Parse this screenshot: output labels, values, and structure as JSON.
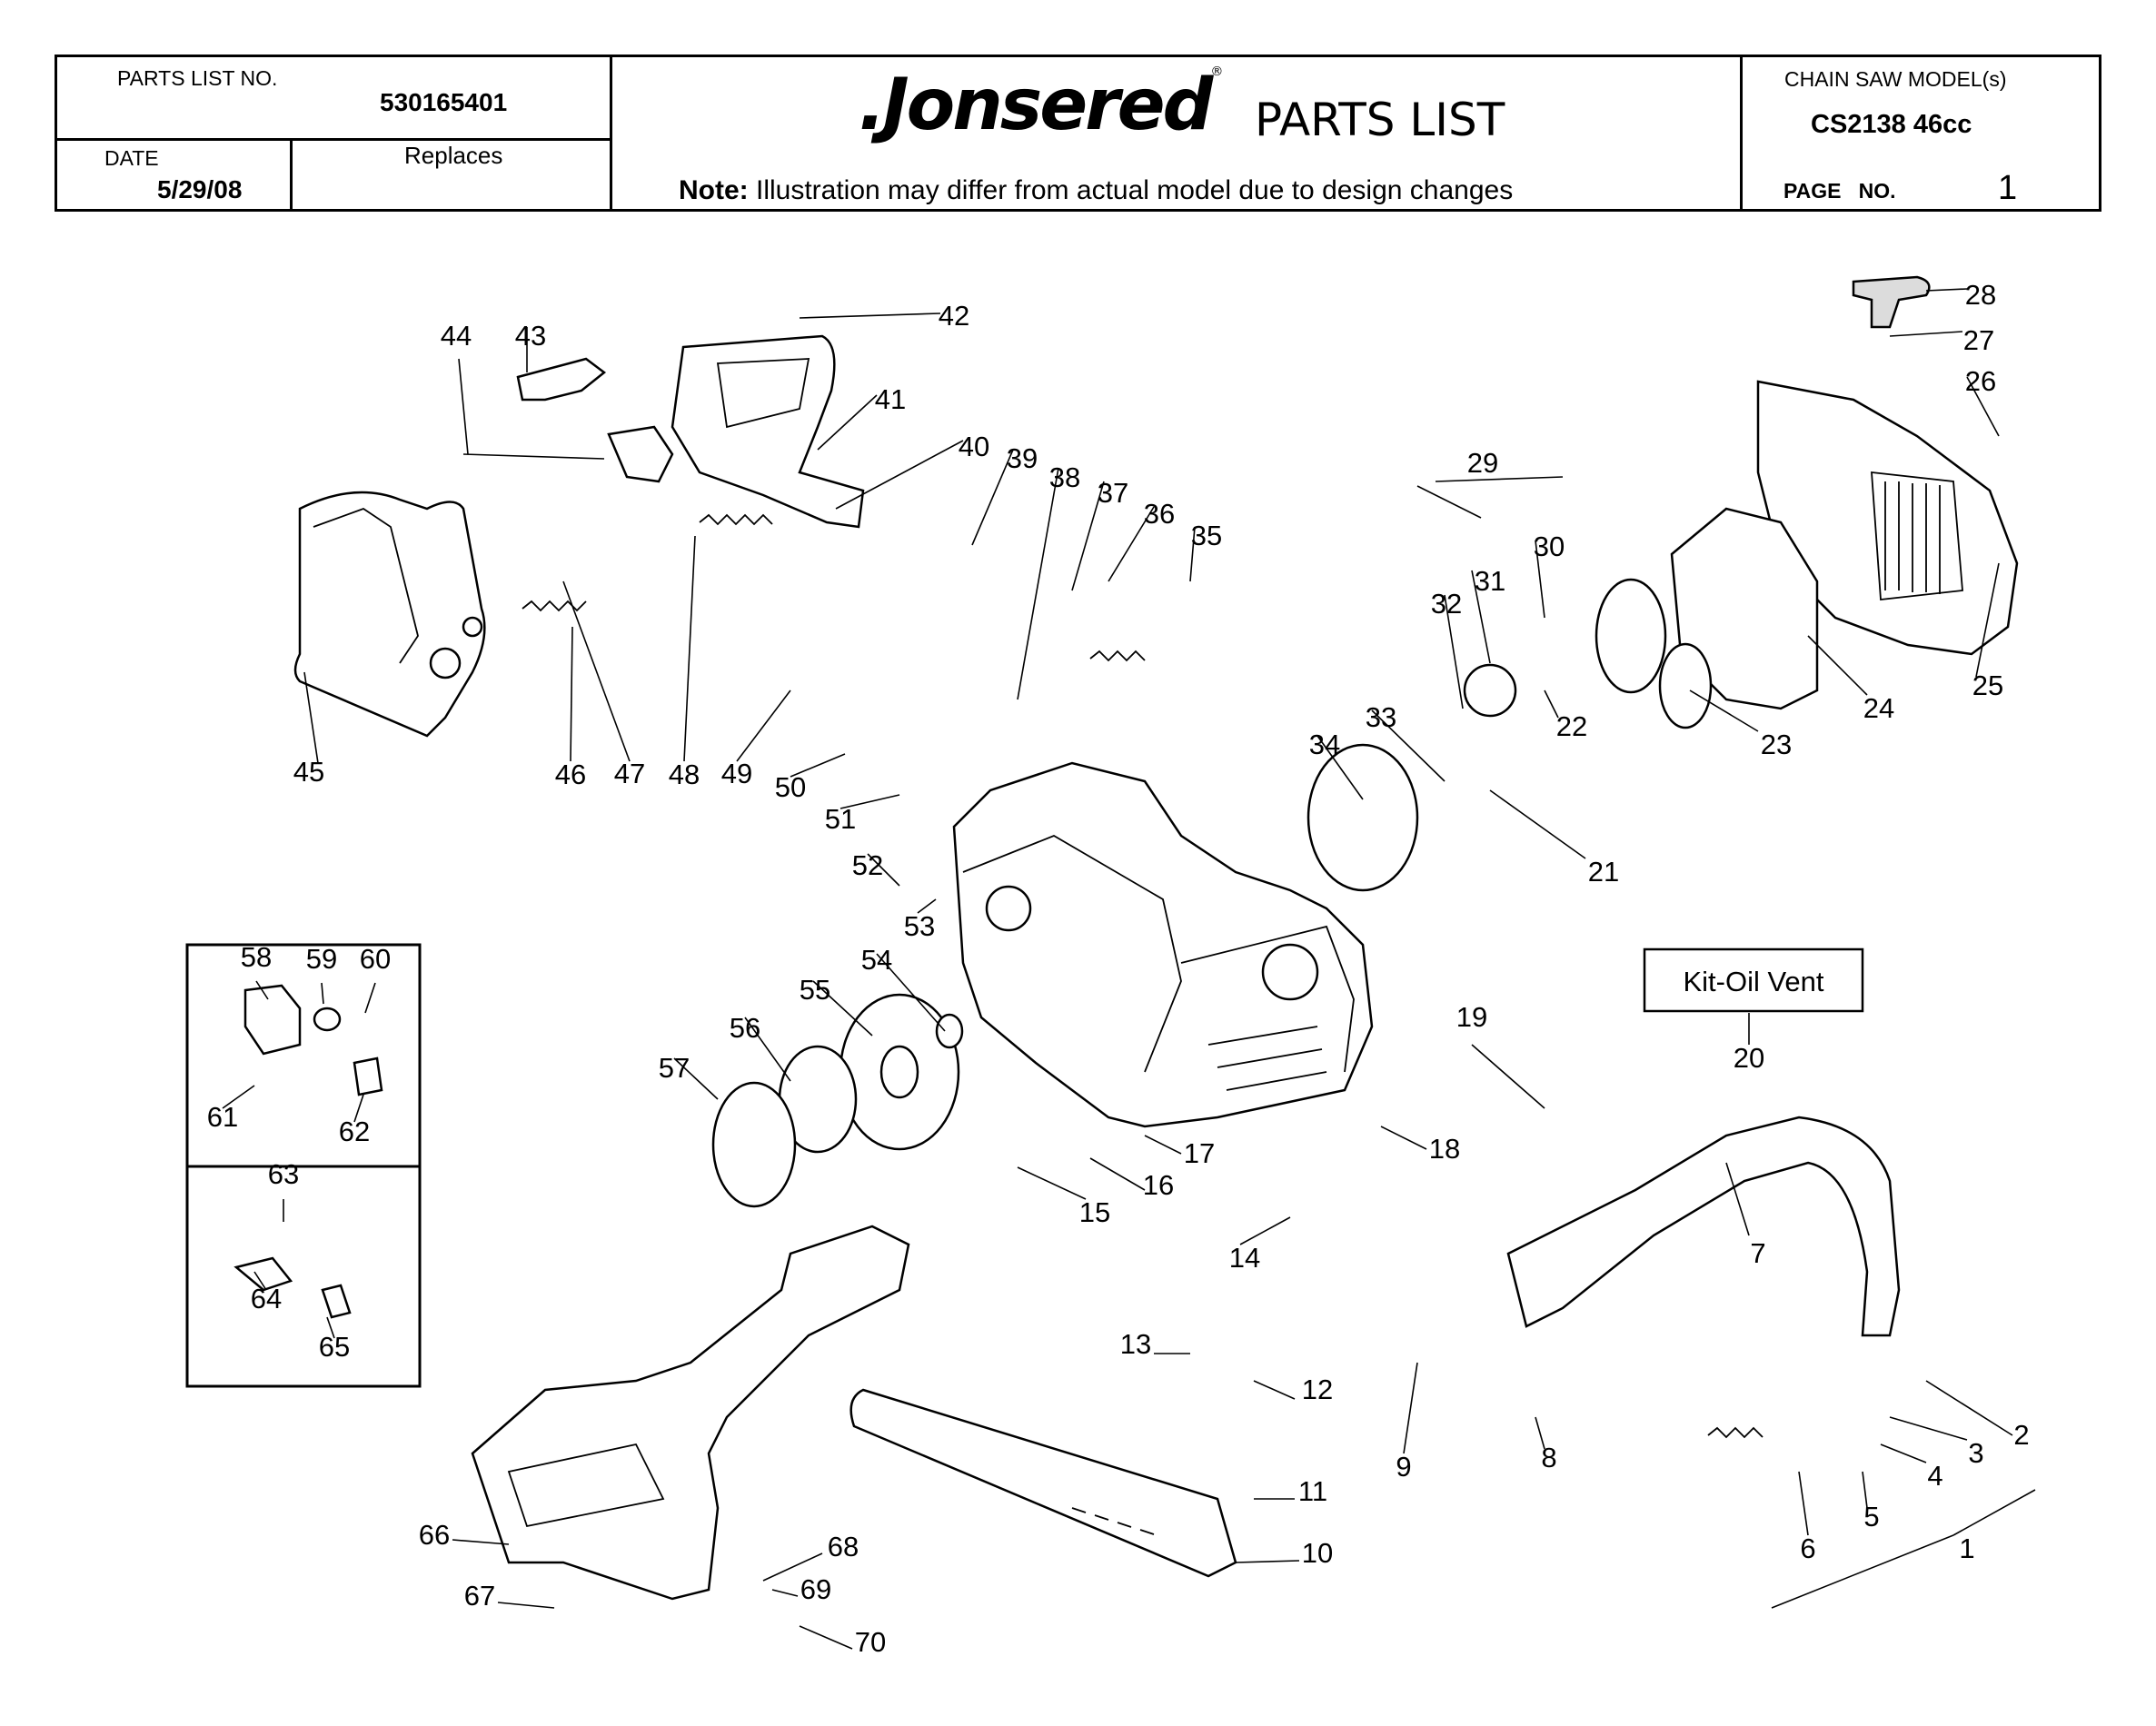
{
  "header": {
    "parts_list_no_label": "PARTS LIST NO.",
    "parts_list_no": "530165401",
    "date_label": "DATE",
    "date": "5/29/08",
    "replaces_label": "Replaces",
    "brand": ".Jonsered",
    "brand_mark": "®",
    "title": "PARTS LIST",
    "note_bold": "Note:",
    "note": " Illustration may differ from actual model due to design changes",
    "model_label": "CHAIN SAW MODEL(s)",
    "model": "CS2138 46cc",
    "page_label": "PAGE   NO.",
    "page_no": "1"
  },
  "kit_label": "Kit-Oil Vent",
  "callouts": [
    "1",
    "2",
    "3",
    "4",
    "5",
    "6",
    "7",
    "8",
    "9",
    "10",
    "11",
    "12",
    "13",
    "14",
    "15",
    "16",
    "17",
    "18",
    "19",
    "20",
    "21",
    "22",
    "23",
    "24",
    "25",
    "26",
    "27",
    "28",
    "29",
    "30",
    "31",
    "32",
    "33",
    "34",
    "35",
    "36",
    "37",
    "38",
    "39",
    "40",
    "41",
    "42",
    "43",
    "44",
    "45",
    "46",
    "47",
    "48",
    "49",
    "50",
    "51",
    "52",
    "53",
    "54",
    "55",
    "56",
    "57",
    "58",
    "59",
    "60",
    "61",
    "62",
    "63",
    "64",
    "65",
    "66",
    "67",
    "68",
    "69",
    "70"
  ]
}
